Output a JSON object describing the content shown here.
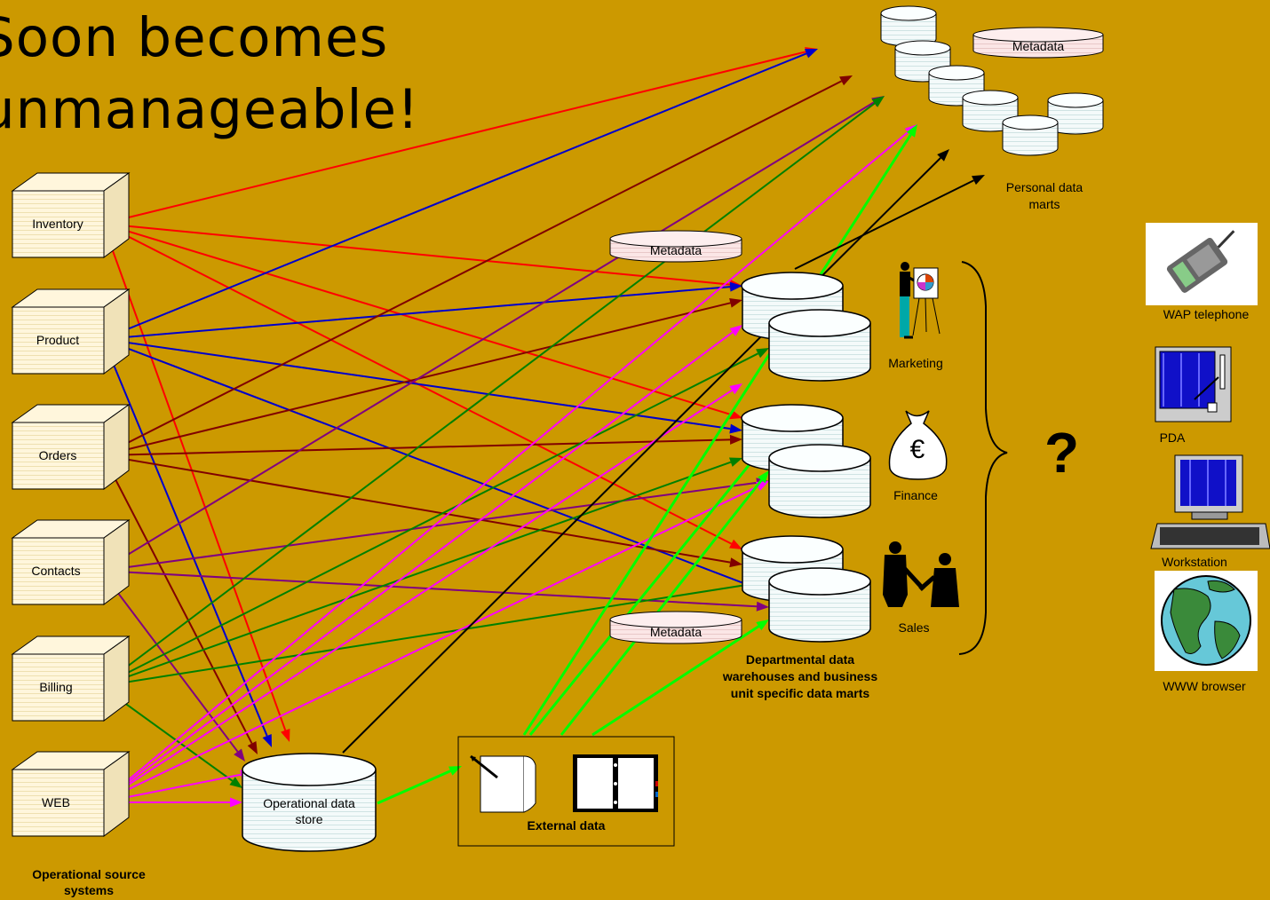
{
  "title": "Soon becomes\nunmanageable!",
  "source_systems": {
    "items": [
      "Inventory",
      "Product",
      "Orders",
      "Contacts",
      "Billing",
      "WEB"
    ],
    "caption": "Operational source systems"
  },
  "ods": {
    "label": "Operational data store"
  },
  "external": {
    "caption": "External data"
  },
  "departmental": {
    "caption": "Departmental data warehouses and business unit specific data marts",
    "metadata_top": "Metadata",
    "metadata_bottom": "Metadata",
    "units": [
      "Marketing",
      "Finance",
      "Sales"
    ]
  },
  "personal": {
    "caption": "Personal data marts",
    "metadata": "Metadata"
  },
  "question": "?",
  "devices": [
    "WAP telephone",
    "PDA",
    "Workstation",
    "WWW browser"
  ],
  "colors": {
    "background": "#CC9900",
    "inventory": "#FF0000",
    "product": "#0000CC",
    "orders": "#800000",
    "contacts": "#800080",
    "billing": "#008000",
    "web": "#FF00FF",
    "ods": "#000000",
    "external": "#00FF00"
  }
}
